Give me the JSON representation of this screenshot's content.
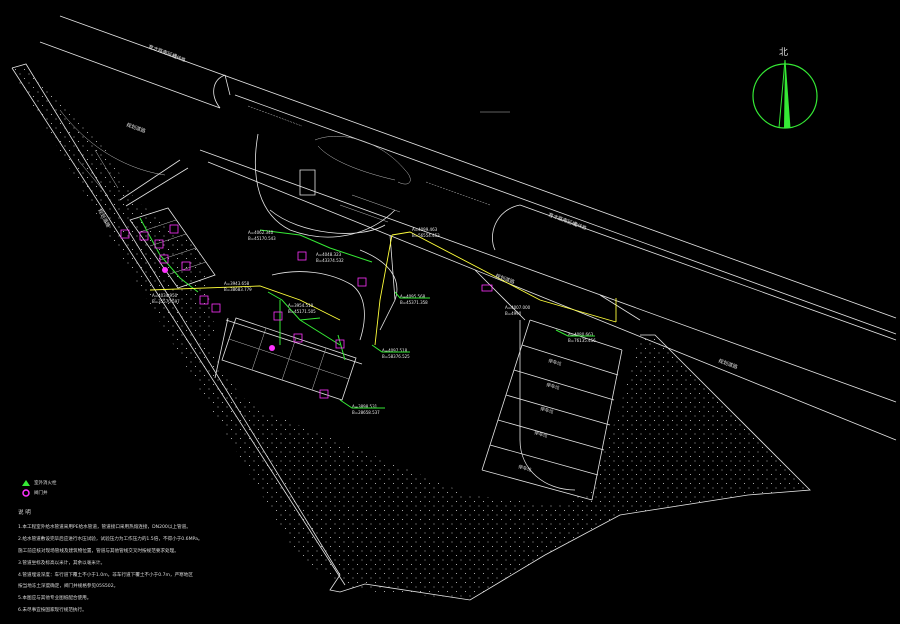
{
  "north_arrow": {
    "label": "北",
    "color": "#35e935"
  },
  "colors": {
    "background": "#000000",
    "linework": "#e6e6e6",
    "pipe_green": "#35e935",
    "pipe_yellow": "#ffff3a",
    "device_magenta": "#ff33ff"
  },
  "labels": {
    "road_top_left": "育才路南延线",
    "road_top_left_2": "经纬路",
    "road_right": "育才路南延线",
    "road_right_2": "经纬路",
    "road_diag_1": "规划道路",
    "road_diag_2": "规划道路",
    "road_bottom_right": "规划道路",
    "road_left_vertical": "规划道路",
    "parking_stalls": [
      "停车位",
      "停车位",
      "停车位",
      "停车位",
      "停车位"
    ]
  },
  "coordinates": [
    {
      "a": "A=4062.340",
      "b": "B=45170.543"
    },
    {
      "a": "A=4034.950",
      "b": "B=35570.597"
    },
    {
      "a": "A=3943.658",
      "b": "B=38683.779"
    },
    {
      "a": "A=4048.323",
      "b": "B=43374.532"
    },
    {
      "a": "A=3954.510",
      "b": "B=45171.505"
    },
    {
      "a": "A=4097.518",
      "b": "B=58376.525"
    },
    {
      "a": "A=4095.568",
      "b": "B=45371.358"
    },
    {
      "a": "A=4099.463",
      "b": "B=56554.453"
    },
    {
      "a": "A=3898.531",
      "b": "B=28658.537"
    },
    {
      "a": "A=4007.000",
      "b": "B=4990"
    },
    {
      "a": "A=4080.663",
      "b": "B=76135.456"
    }
  ],
  "legend": [
    {
      "icon": "hydrant-icon",
      "text": "室外消火栓"
    },
    {
      "icon": "valve-icon",
      "text": "阀门井"
    }
  ],
  "notes": {
    "title": "说 明",
    "items": [
      "1.本工程室外给水管道采用PE给水管道，管道接口采用热熔连接，DN200以上管道。",
      "2.给水管道敷设完毕后应进行水压试验，试验压力为工作压力的1.5倍，不得小于0.6MPa。",
      "施工前应核对现场管线及建筑物位置，管道与其他管线交叉时按规范要求处理。",
      "3.管道坐标及标高以米计，其余以毫米计。",
      "4.管道埋设深度：车行道下覆土不小于1.0m，非车行道下覆土不小于0.7m，严寒地区",
      "按当地冻土深度确定，阀门井规格参见05S502。",
      "5.本图应与其他专业图纸配合使用。",
      "6.未尽事宜按国家现行规范执行。"
    ]
  }
}
